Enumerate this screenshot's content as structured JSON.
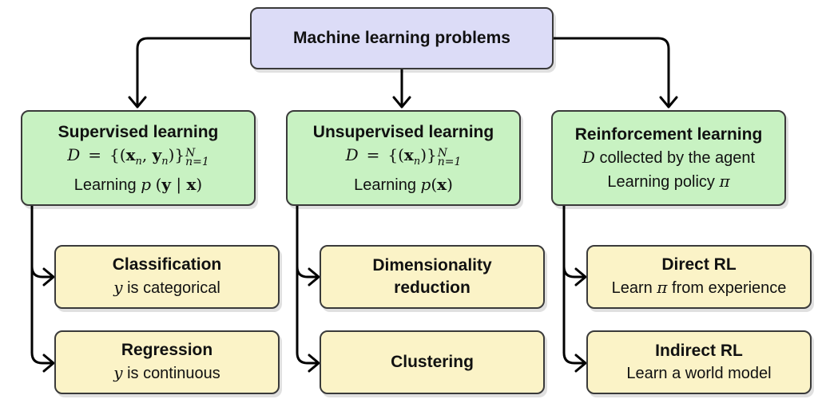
{
  "root": {
    "label": "Machine learning problems"
  },
  "categories": [
    {
      "title": "Supervised learning",
      "dataset": {
        "var": "D",
        "eq": "=",
        "set": "{(xn, yn)}",
        "upper": "N",
        "lower": "n=1"
      },
      "learning": {
        "prefix": "Learning",
        "expr": "p (y | x)"
      },
      "leaves": [
        {
          "title": "Classification",
          "var": "y",
          "rest": "is categorical"
        },
        {
          "title": "Regression",
          "var": "y",
          "rest": "is continuous"
        }
      ]
    },
    {
      "title": "Unsupervised learning",
      "dataset": {
        "var": "D",
        "eq": "=",
        "set": "{(xn)}",
        "upper": "N",
        "lower": "n=1"
      },
      "learning": {
        "prefix": "Learning",
        "expr": "p(x)"
      },
      "leaves": [
        {
          "title_line1": "Dimensionality",
          "title_line2": "reduction"
        },
        {
          "title": "Clustering"
        }
      ]
    },
    {
      "title": "Reinforcement learning",
      "collected": {
        "var": "D",
        "rest": "collected by the agent"
      },
      "policy": {
        "prefix": "Learning policy",
        "symbol": "π"
      },
      "leaves": [
        {
          "title": "Direct RL",
          "prefix": "Learn",
          "symbol": "π",
          "rest": "from experience"
        },
        {
          "title": "Indirect RL",
          "text": "Learn a world model"
        }
      ]
    }
  ],
  "colors": {
    "root_fill": "#dcdcf7",
    "category_fill": "#c8f2c2",
    "leaf_fill": "#fbf3c7",
    "border": "#3a3a3a",
    "connector": "#000000"
  }
}
